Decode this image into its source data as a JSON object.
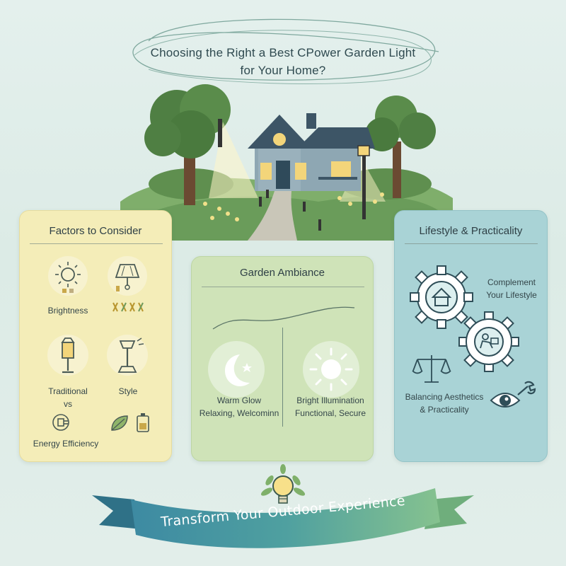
{
  "title": {
    "line1": "Choosing the Right a Best CPower Garden Light",
    "line2": "for Your Home?"
  },
  "factors": {
    "heading": "Factors to Consider",
    "items": [
      {
        "label": "Brightness",
        "icon": "sun-icon"
      },
      {
        "label": "Traditional",
        "icon": "lantern-icon"
      },
      {
        "label": "vs",
        "icon": ""
      },
      {
        "label": "Style",
        "icon": "modern-lamp-icon"
      },
      {
        "label": "Energy Efficiency",
        "icon": "plug-icon"
      }
    ]
  },
  "ambiance": {
    "heading": "Garden Ambiance",
    "warm_title": "Warm Glow",
    "warm_sub": "Relaxing, Welcominn",
    "bright_title": "Bright Illumination",
    "bright_sub": "Functional, Secure"
  },
  "lifestyle": {
    "heading": "Lifestyle & Practicality",
    "complement_line1": "Complement",
    "complement_line2": "Your Lifestyle",
    "balance_line1": "Balancing Aesthetics",
    "balance_line2": "& Practicality"
  },
  "banner": {
    "text": "Transform Your Outdoor Experience"
  },
  "colors": {
    "factors_panel": "#f4edb8",
    "ambiance_panel": "#cfe3b8",
    "lifestyle_panel": "#a9d3d6",
    "banner_start": "#3f8fa6",
    "banner_end": "#7fbf93"
  }
}
